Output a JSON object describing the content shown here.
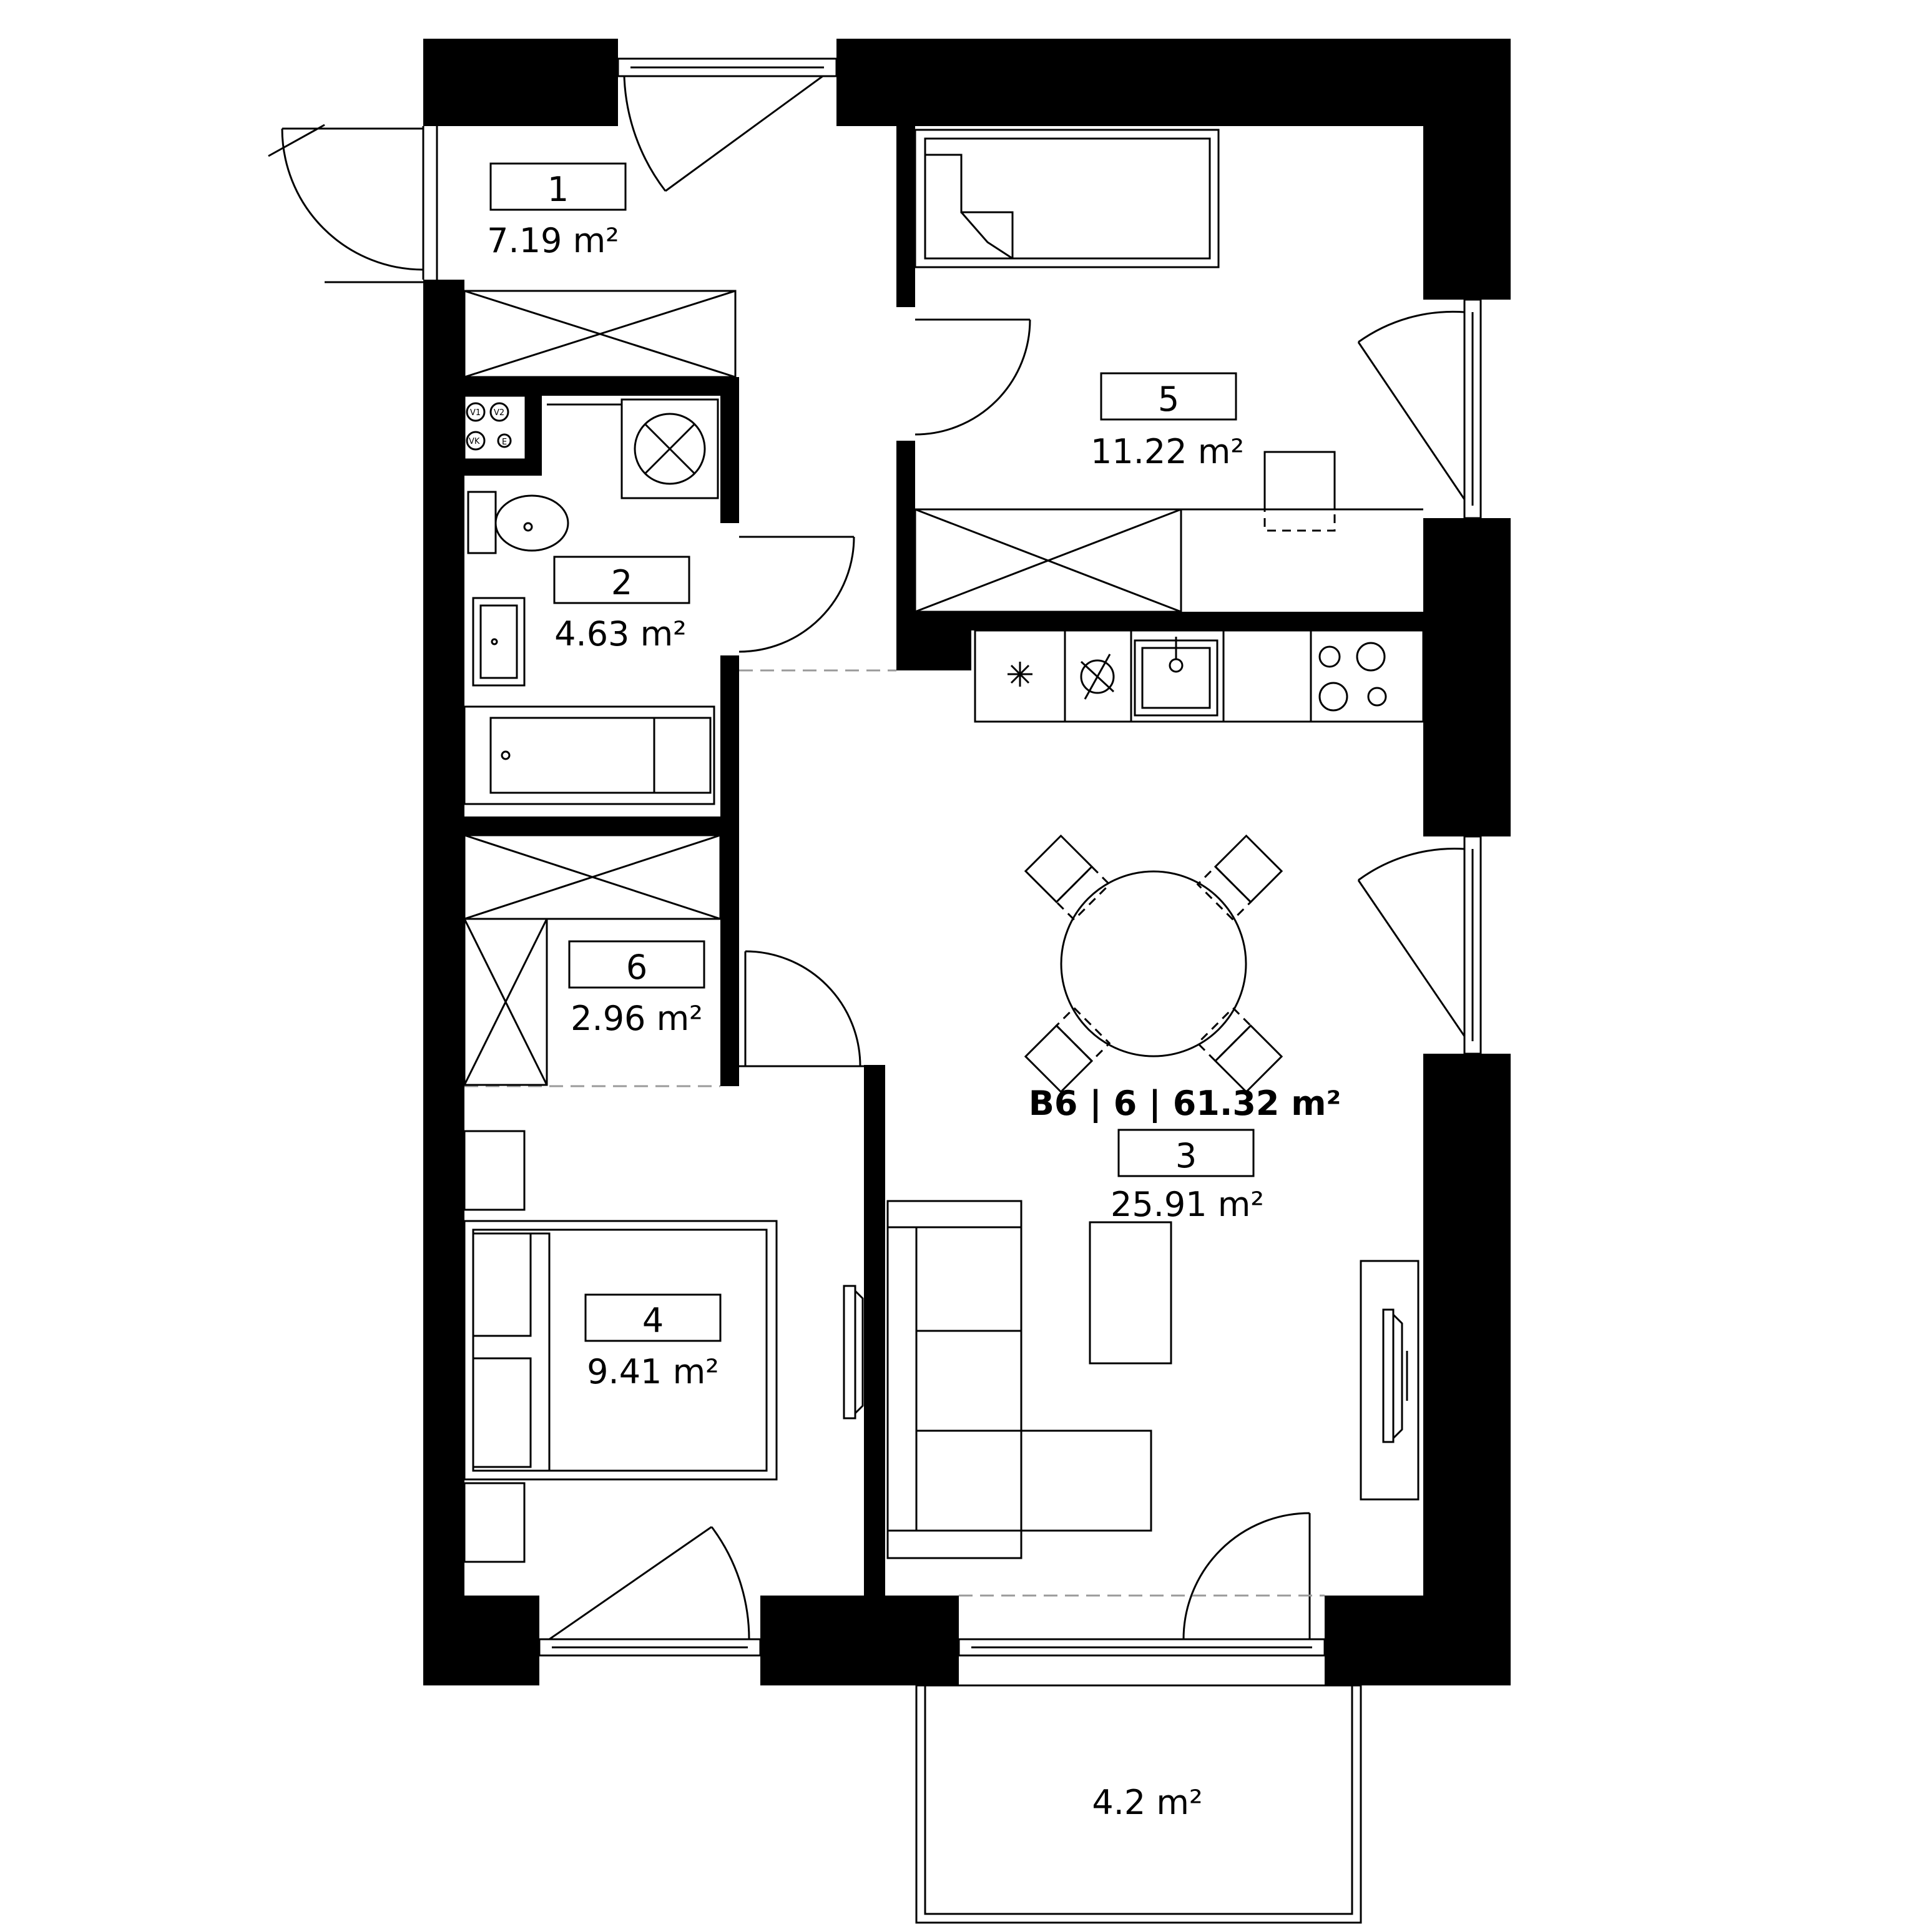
{
  "apartment_label": "B6 | 6 | 61.32 m²",
  "rooms": [
    {
      "number": "1",
      "area": "7.19 m²"
    },
    {
      "number": "2",
      "area": "4.63 m²"
    },
    {
      "number": "3",
      "area": "25.91 m²"
    },
    {
      "number": "4",
      "area": "9.41 m²"
    },
    {
      "number": "5",
      "area": "11.22 m²"
    },
    {
      "number": "6",
      "area": "2.96 m²"
    }
  ],
  "balcony": {
    "area": "4.2 m²"
  },
  "meter_labels": [
    "V1",
    "V2",
    "VK",
    "E"
  ],
  "colors": {
    "wall": "#000000",
    "line": "#000000",
    "background": "#ffffff"
  }
}
